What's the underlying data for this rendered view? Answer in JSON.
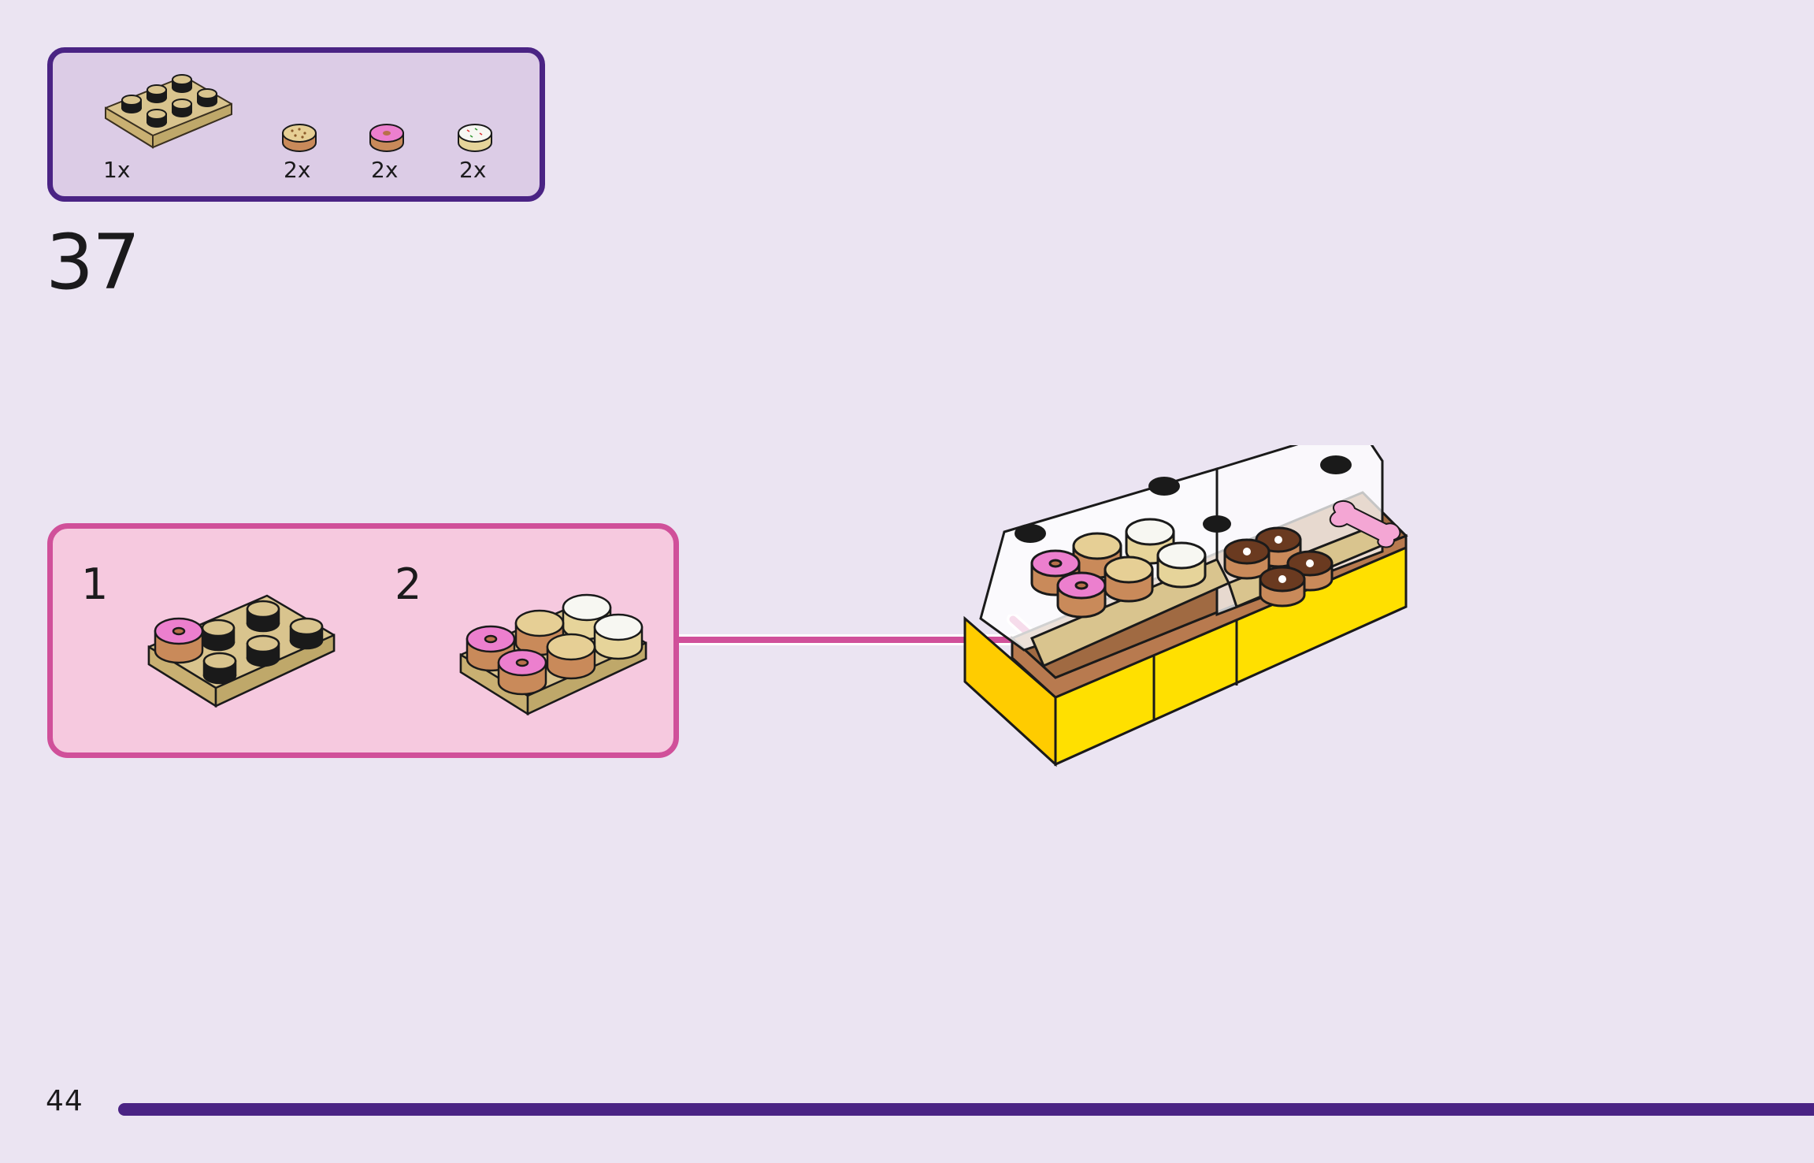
{
  "page": {
    "step_number": "37",
    "page_number": "44"
  },
  "parts_list": {
    "items": [
      {
        "part": "tan-plate-2x3",
        "quantity": "1x",
        "color": "#d9c48e"
      },
      {
        "part": "cookie-tile-round-1x1",
        "quantity": "2x",
        "color": "#e6cf95"
      },
      {
        "part": "pink-donut-tile-round-1x1",
        "quantity": "2x",
        "color": "#ec7fce"
      },
      {
        "part": "white-sprinkle-tile-round-1x1",
        "quantity": "2x",
        "color": "#f4f4ee"
      }
    ]
  },
  "sub_steps": [
    {
      "number": "1",
      "description": "tan 2x3 plate with one pink donut tile"
    },
    {
      "number": "2",
      "description": "tan 2x3 plate fully loaded with donuts, cookies and sprinkle tiles"
    }
  ],
  "colors": {
    "page_background": "#ebe4f2",
    "parts_box_fill": "#dccce6",
    "parts_box_border": "#4a2384",
    "substep_fill": "#f6c9df",
    "substep_border": "#d0509a",
    "progress_bar": "#4a2384",
    "model_yellow": "#ffe000",
    "tan": "#d9c48e",
    "brown": "#b87a4f"
  }
}
